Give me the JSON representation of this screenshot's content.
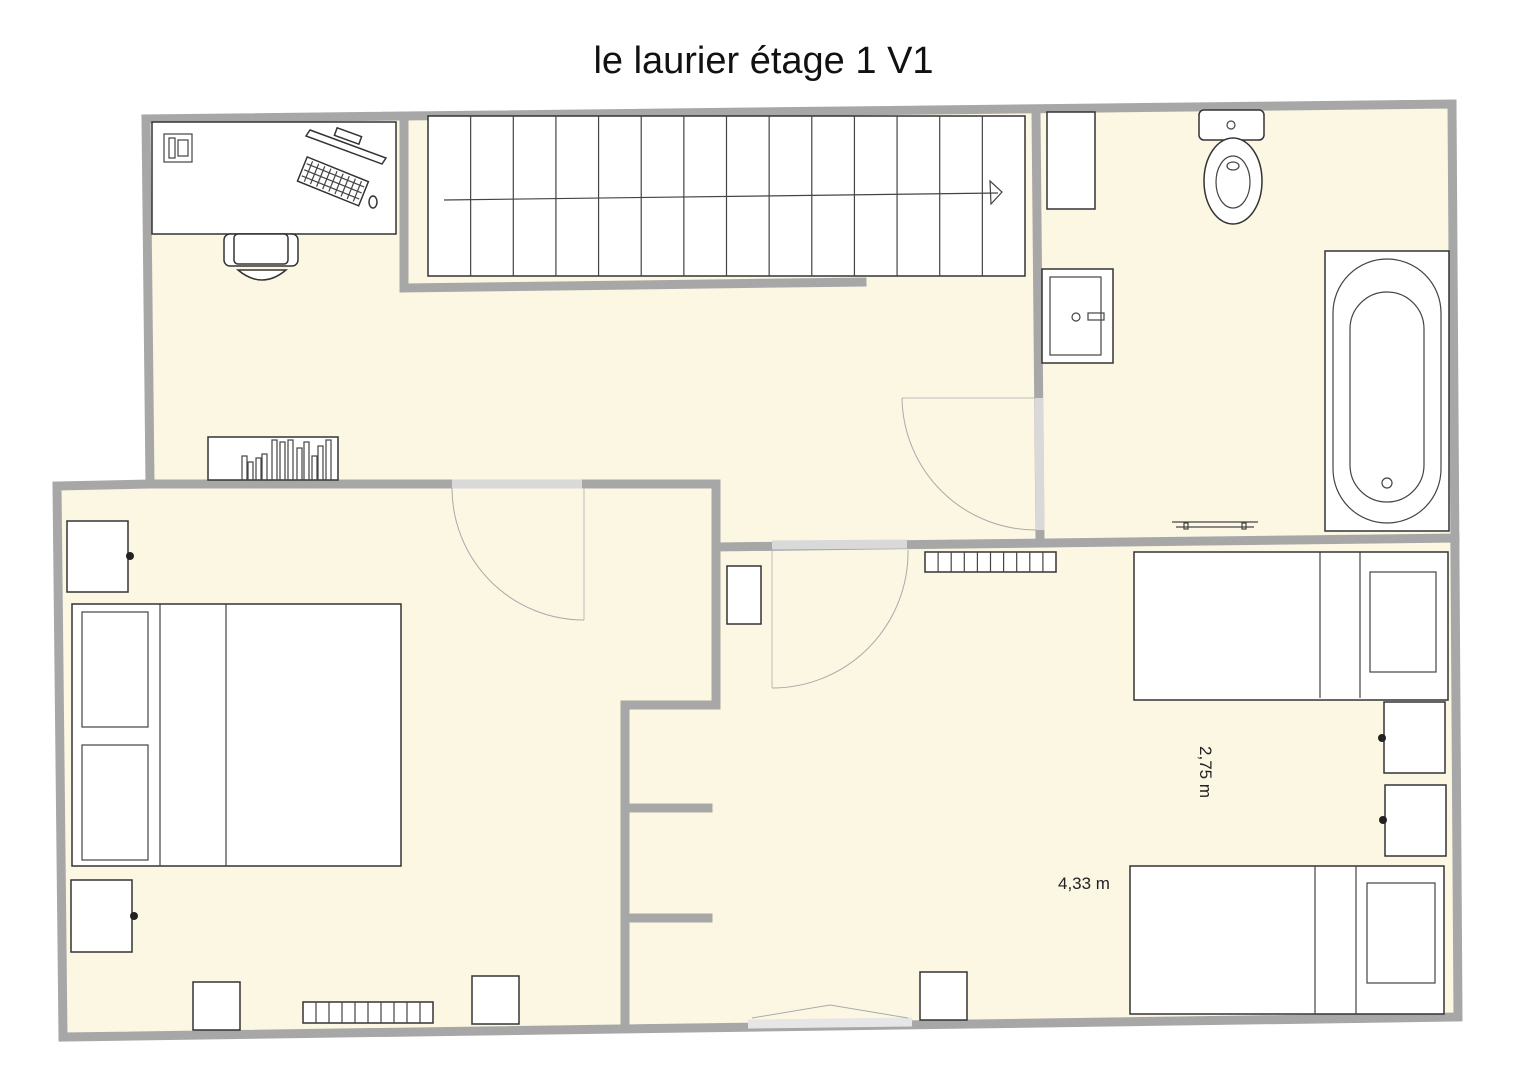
{
  "title": "le laurier étage 1 V1",
  "dimensions": {
    "vertical": "2,75 m",
    "horizontal": "4,33 m"
  },
  "colors": {
    "floor": "#fcf7e3",
    "wall": "#a7a7a7",
    "line": "#333333"
  },
  "symbols": [
    "desk",
    "phone-icon",
    "keyboard-icon",
    "monitor",
    "mouse",
    "office-chair",
    "staircase",
    "bookshelf",
    "toilet",
    "sink",
    "bathtub",
    "towel-rail",
    "double-bed",
    "single-bed",
    "nightstand",
    "radiator",
    "door"
  ]
}
